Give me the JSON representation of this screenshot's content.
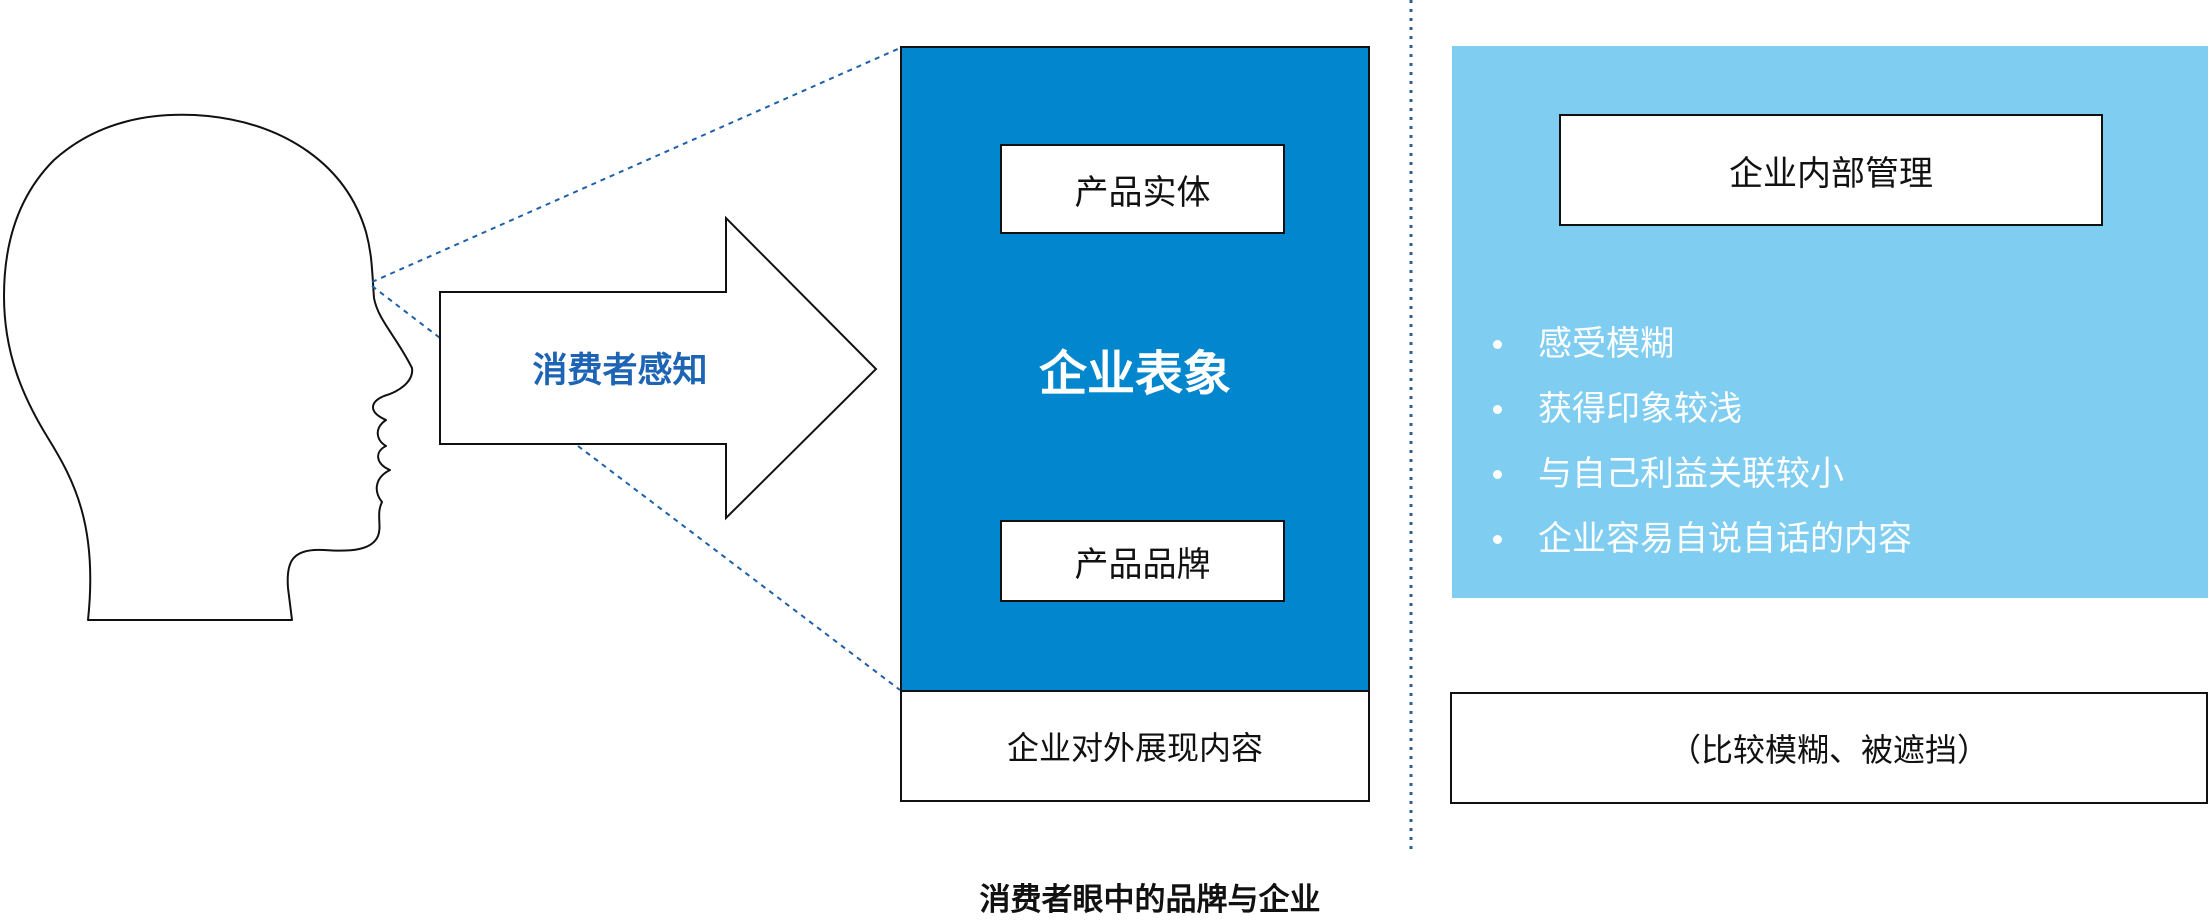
{
  "diagram": {
    "consumer_perception_label": "消费者感知",
    "enterprise_image": {
      "title": "企业表象",
      "product_entity": "产品实体",
      "product_brand": "产品品牌",
      "caption": "企业对外展现内容"
    },
    "internal": {
      "title": "企业内部管理",
      "bullets": [
        "感受模糊",
        "获得印象较浅",
        "与自己利益关联较小",
        "企业容易自说自话的内容"
      ],
      "caption": "（比较模糊、被遮挡）"
    },
    "footer_caption": "消费者眼中的品牌与企业",
    "colors": {
      "dark_blue": "#0286cd",
      "light_blue": "#7fcdf1",
      "label_blue": "#1d64b5",
      "divider": "#2f5f91",
      "outline": "#111111"
    }
  }
}
